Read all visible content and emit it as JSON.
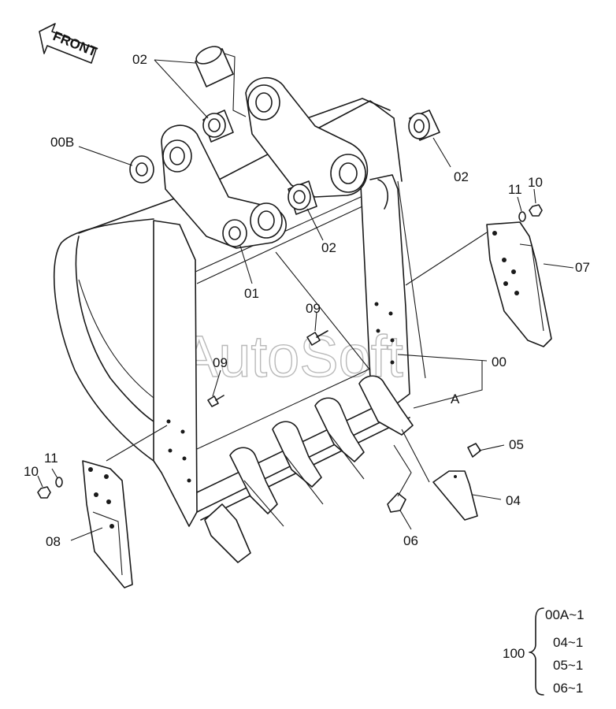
{
  "front_arrow": {
    "label": "FRONT"
  },
  "watermark": "AutoSoft",
  "callouts": {
    "c02a": "02",
    "c00b": "00B",
    "c02b": "02",
    "c02c": "02",
    "c01": "01",
    "c11a": "11",
    "c10a": "10",
    "c07": "07",
    "c09a": "09",
    "c09b": "09",
    "c00": "00",
    "cA": "A",
    "c05": "05",
    "c10b": "10",
    "c11b": "11",
    "c04": "04",
    "c06": "06",
    "c08": "08"
  },
  "kit": {
    "parent": "100",
    "items": [
      "00A~1",
      "04~1",
      "05~1",
      "06~1"
    ]
  }
}
